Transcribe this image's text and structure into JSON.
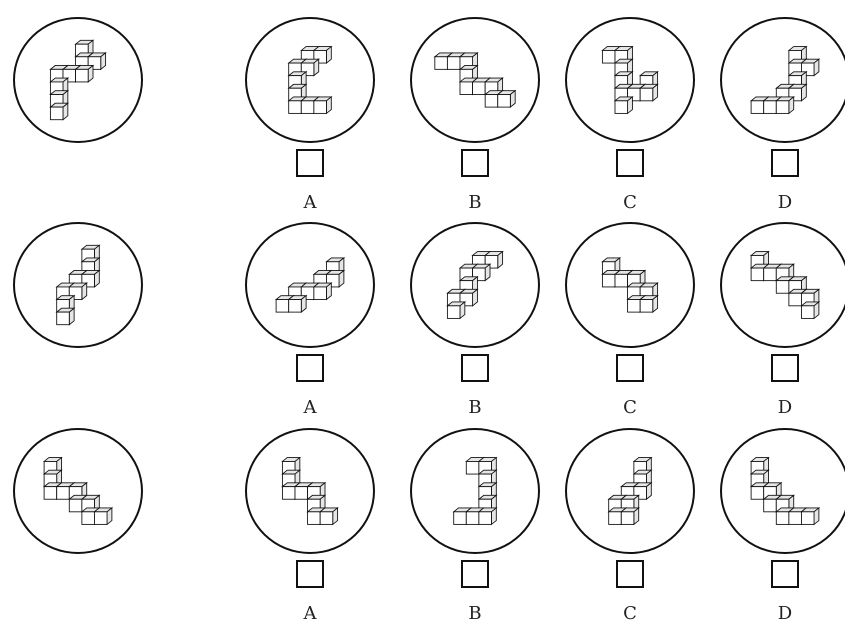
{
  "rows": [
    {
      "target": {
        "figure": "cube-shape-z-1",
        "cubes": [
          [
            0,
            0
          ],
          [
            0,
            1
          ],
          [
            0,
            2
          ],
          [
            0,
            3
          ],
          [
            1,
            3
          ],
          [
            2,
            3
          ],
          [
            2,
            4
          ],
          [
            3,
            4
          ],
          [
            2,
            5
          ]
        ]
      },
      "options": [
        {
          "letter": "A",
          "figure": "cube-shape-c",
          "cubes": [
            [
              2,
              0
            ],
            [
              1,
              0
            ],
            [
              0,
              0
            ],
            [
              0,
              1
            ],
            [
              0,
              2
            ],
            [
              0,
              3
            ],
            [
              1,
              3
            ],
            [
              1,
              4
            ],
            [
              2,
              4
            ]
          ]
        },
        {
          "letter": "B",
          "figure": "cube-shape-zigzag",
          "cubes": [
            [
              0,
              3
            ],
            [
              1,
              3
            ],
            [
              2,
              3
            ],
            [
              2,
              2
            ],
            [
              2,
              1
            ],
            [
              3,
              1
            ],
            [
              4,
              1
            ],
            [
              4,
              0
            ],
            [
              5,
              0
            ]
          ]
        },
        {
          "letter": "C",
          "figure": "cube-shape-v",
          "cubes": [
            [
              0,
              4
            ],
            [
              1,
              4
            ],
            [
              1,
              3
            ],
            [
              1,
              2
            ],
            [
              1,
              1
            ],
            [
              1,
              0
            ],
            [
              2,
              1
            ],
            [
              3,
              1
            ],
            [
              3,
              2
            ]
          ]
        },
        {
          "letter": "D",
          "figure": "cube-shape-step",
          "cubes": [
            [
              0,
              0
            ],
            [
              1,
              0
            ],
            [
              2,
              0
            ],
            [
              2,
              1
            ],
            [
              3,
              1
            ],
            [
              3,
              2
            ],
            [
              3,
              3
            ],
            [
              4,
              3
            ],
            [
              3,
              4
            ]
          ]
        }
      ]
    },
    {
      "target": {
        "figure": "cube-shape-n-2",
        "cubes": [
          [
            0,
            0
          ],
          [
            0,
            1
          ],
          [
            0,
            2
          ],
          [
            1,
            2
          ],
          [
            1,
            3
          ],
          [
            2,
            3
          ],
          [
            2,
            4
          ],
          [
            2,
            5
          ]
        ]
      },
      "options": [
        {
          "letter": "A",
          "figure": "cube-shape-wide",
          "cubes": [
            [
              0,
              0
            ],
            [
              1,
              0
            ],
            [
              1,
              1
            ],
            [
              2,
              1
            ],
            [
              3,
              1
            ],
            [
              3,
              2
            ],
            [
              4,
              2
            ],
            [
              4,
              3
            ]
          ]
        },
        {
          "letter": "B",
          "figure": "cube-shape-tall",
          "cubes": [
            [
              0,
              0
            ],
            [
              0,
              1
            ],
            [
              1,
              1
            ],
            [
              1,
              2
            ],
            [
              1,
              3
            ],
            [
              2,
              3
            ],
            [
              2,
              4
            ],
            [
              3,
              4
            ]
          ]
        },
        {
          "letter": "C",
          "figure": "cube-shape-hook",
          "cubes": [
            [
              0,
              3
            ],
            [
              0,
              2
            ],
            [
              1,
              2
            ],
            [
              2,
              2
            ],
            [
              2,
              1
            ],
            [
              2,
              0
            ],
            [
              3,
              0
            ],
            [
              3,
              1
            ]
          ]
        },
        {
          "letter": "D",
          "figure": "cube-shape-slope",
          "cubes": [
            [
              0,
              4
            ],
            [
              0,
              3
            ],
            [
              1,
              3
            ],
            [
              2,
              3
            ],
            [
              2,
              2
            ],
            [
              3,
              2
            ],
            [
              3,
              1
            ],
            [
              4,
              1
            ],
            [
              4,
              0
            ]
          ]
        }
      ]
    },
    {
      "target": {
        "figure": "cube-shape-s-3",
        "cubes": [
          [
            0,
            4
          ],
          [
            0,
            3
          ],
          [
            0,
            2
          ],
          [
            1,
            2
          ],
          [
            2,
            2
          ],
          [
            2,
            1
          ],
          [
            3,
            1
          ],
          [
            3,
            0
          ],
          [
            4,
            0
          ]
        ]
      },
      "options": [
        {
          "letter": "A",
          "figure": "cube-shape-l",
          "cubes": [
            [
              0,
              4
            ],
            [
              0,
              3
            ],
            [
              0,
              2
            ],
            [
              1,
              2
            ],
            [
              2,
              2
            ],
            [
              2,
              1
            ],
            [
              2,
              0
            ],
            [
              3,
              0
            ]
          ]
        },
        {
          "letter": "B",
          "figure": "cube-shape-j",
          "cubes": [
            [
              0,
              0
            ],
            [
              1,
              0
            ],
            [
              2,
              0
            ],
            [
              2,
              1
            ],
            [
              2,
              2
            ],
            [
              2,
              3
            ],
            [
              2,
              4
            ],
            [
              1,
              4
            ]
          ]
        },
        {
          "letter": "C",
          "figure": "cube-shape-block",
          "cubes": [
            [
              0,
              1
            ],
            [
              0,
              0
            ],
            [
              1,
              0
            ],
            [
              1,
              1
            ],
            [
              1,
              2
            ],
            [
              2,
              2
            ],
            [
              2,
              3
            ],
            [
              2,
              4
            ]
          ]
        },
        {
          "letter": "D",
          "figure": "cube-shape-stair",
          "cubes": [
            [
              0,
              4
            ],
            [
              0,
              3
            ],
            [
              0,
              2
            ],
            [
              1,
              2
            ],
            [
              1,
              1
            ],
            [
              2,
              1
            ],
            [
              2,
              0
            ],
            [
              3,
              0
            ],
            [
              4,
              0
            ]
          ]
        }
      ]
    }
  ],
  "colors": {
    "ink": "#111111",
    "face": "#ffffff",
    "side": "#e6e6e6"
  }
}
